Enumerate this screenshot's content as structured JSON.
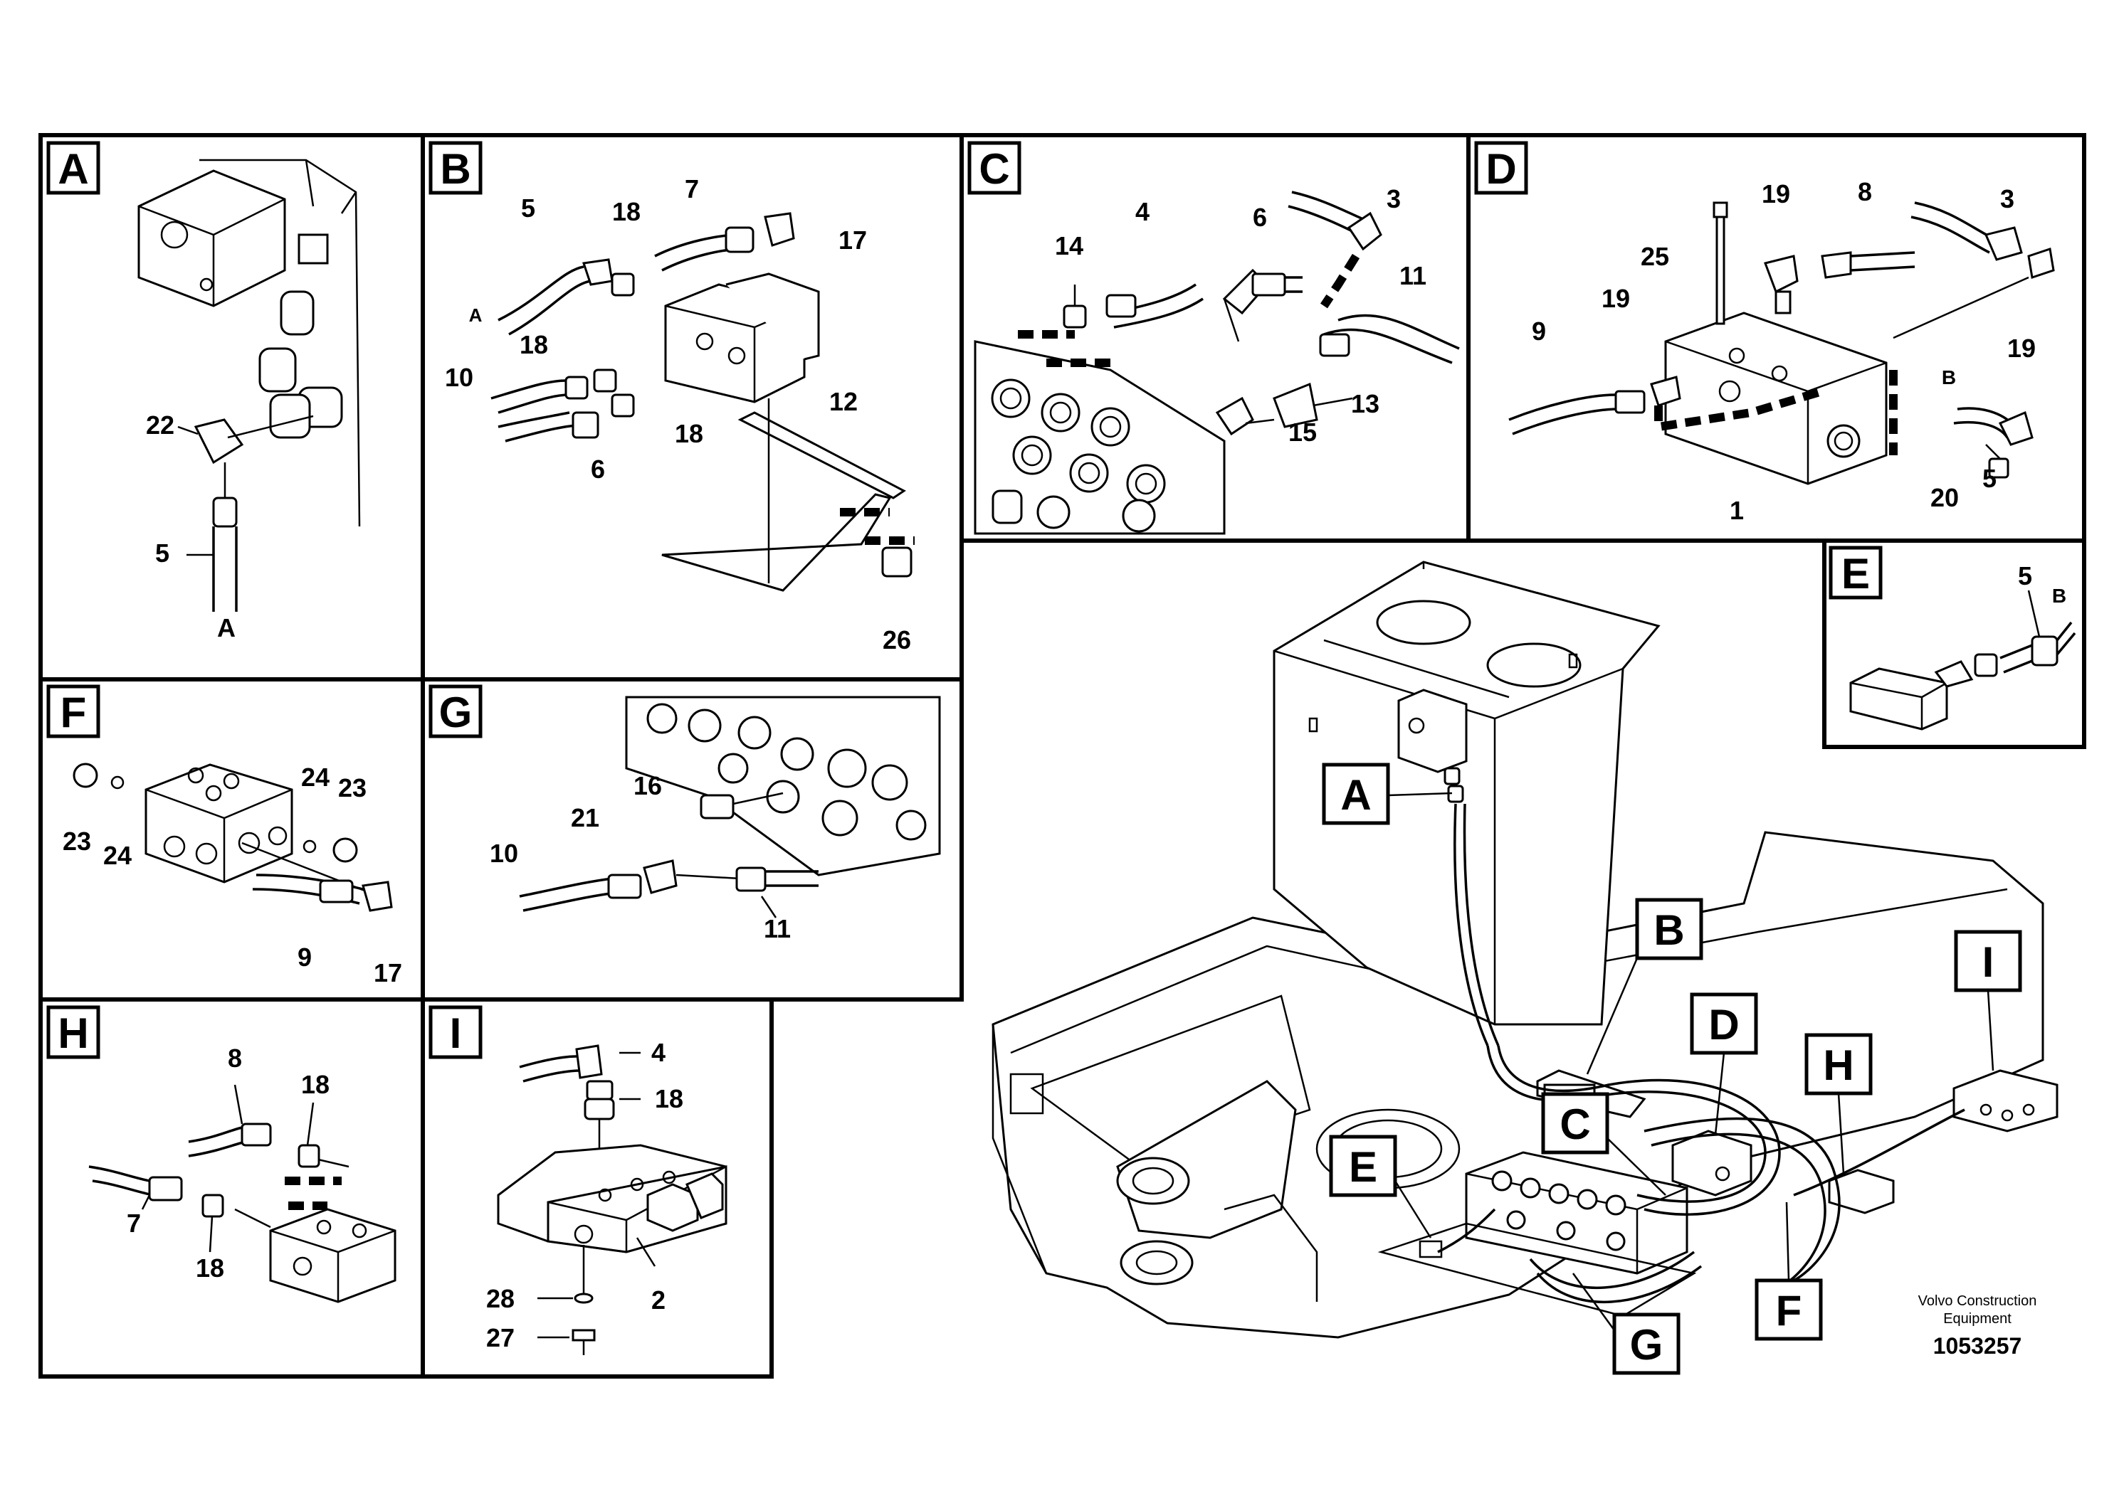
{
  "panels": {
    "A": {
      "tag": "A",
      "callouts": [
        "22",
        "5"
      ],
      "end": "A"
    },
    "B": {
      "tag": "B",
      "callouts": [
        "5",
        "18",
        "7",
        "17",
        "18",
        "10",
        "18",
        "6",
        "12",
        "26"
      ],
      "end": "A"
    },
    "C": {
      "tag": "C",
      "callouts": [
        "14",
        "4",
        "6",
        "3",
        "11",
        "13",
        "15"
      ]
    },
    "D": {
      "tag": "D",
      "callouts": [
        "25",
        "19",
        "8",
        "3",
        "19",
        "9",
        "19",
        "B",
        "5",
        "20",
        "1"
      ]
    },
    "E": {
      "tag": "E",
      "callouts": [
        "5",
        "B"
      ]
    },
    "F": {
      "tag": "F",
      "callouts": [
        "23",
        "24",
        "24",
        "23",
        "9",
        "17"
      ]
    },
    "G": {
      "tag": "G",
      "callouts": [
        "16",
        "21",
        "10",
        "11"
      ]
    },
    "H": {
      "tag": "H",
      "callouts": [
        "8",
        "18",
        "7",
        "18"
      ]
    },
    "I": {
      "tag": "I",
      "callouts": [
        "4",
        "18",
        "2",
        "28",
        "27"
      ]
    }
  },
  "overview": {
    "tags": [
      "A",
      "B",
      "C",
      "D",
      "E",
      "F",
      "G",
      "H",
      "I"
    ]
  },
  "footer": {
    "company_line1": "Volvo Construction",
    "company_line2": "Equipment",
    "doc_number": "1053257"
  }
}
